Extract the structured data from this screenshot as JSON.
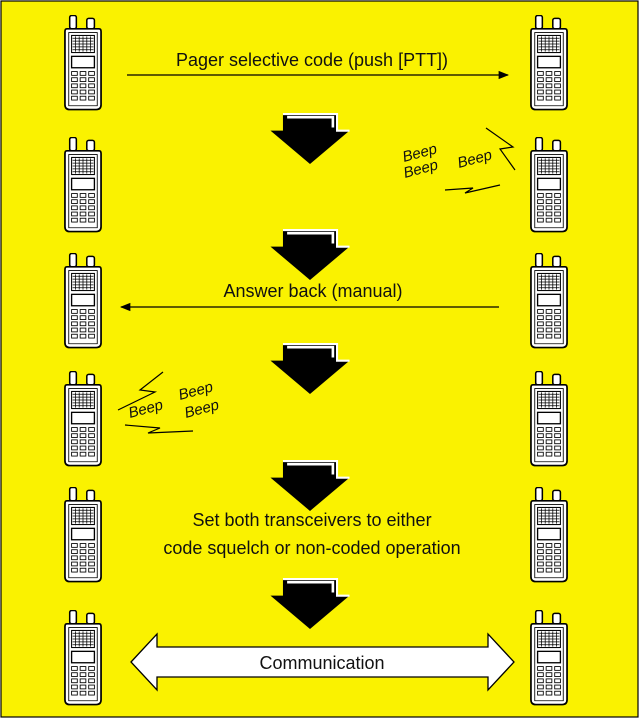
{
  "colors": {
    "background": "#FAF200",
    "border": "#000000",
    "ink": "#111111"
  },
  "icons": {
    "radio": "handheld-transceiver-icon",
    "flow": "down-arrow-icon",
    "signal": "signal-zigzag-icon"
  },
  "steps": {
    "pager_code": "Pager selective code (push [PTT])",
    "answer_back": "Answer back (manual)",
    "set_line1": "Set both transceivers to either",
    "set_line2": "code squelch or non-coded operation",
    "communication": "Communication"
  },
  "beeps": {
    "right": [
      "Beep",
      "Beep",
      "Beep"
    ],
    "left": [
      "Beep",
      "Beep",
      "Beep"
    ]
  }
}
